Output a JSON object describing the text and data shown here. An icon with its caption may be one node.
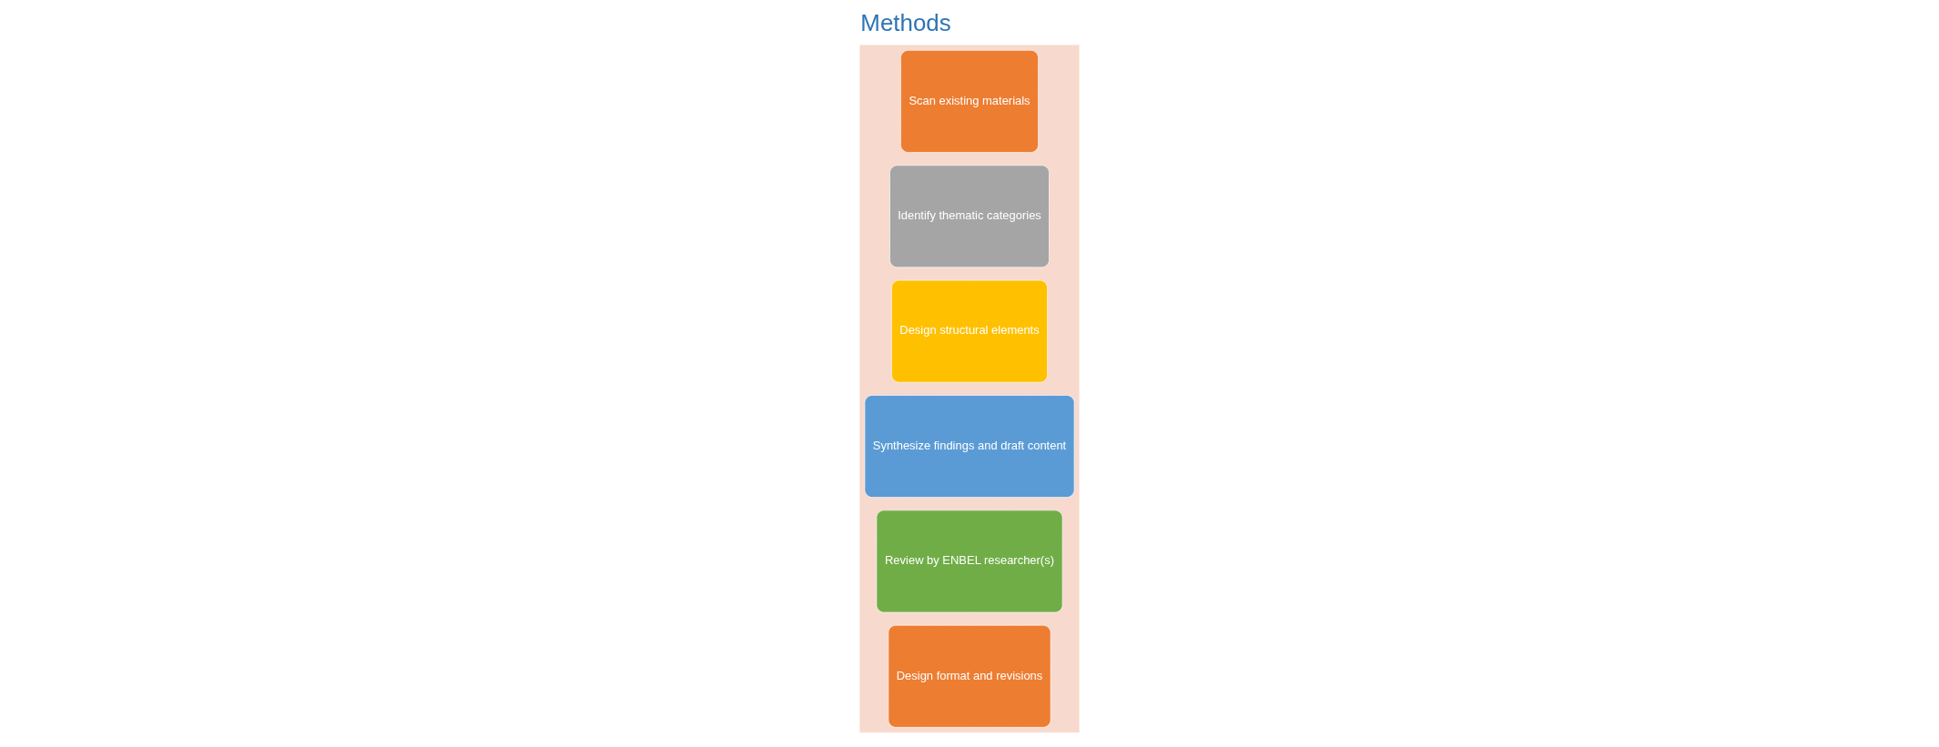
{
  "diagram": {
    "title": "Methods",
    "nodes": [
      {
        "text": [],
        "shape": "arrow"
      },
      {
        "text": [
          "Scan existing materials"
        ],
        "in": 0
      },
      {
        "text": [
          "Identify thematic categories"
        ],
        "in": 0
      },
      {
        "text": [
          "Design structural elements"
        ],
        "in": 0
      },
      {
        "text": [
          "Synthesize findings and draft content"
        ],
        "in": 0
      },
      {
        "text": [
          "Review by ENBEL researcher(s)"
        ],
        "in": 0
      },
      {
        "text": [
          "Design format and revisions"
        ],
        "in": 0
      }
    ]
  }
}
